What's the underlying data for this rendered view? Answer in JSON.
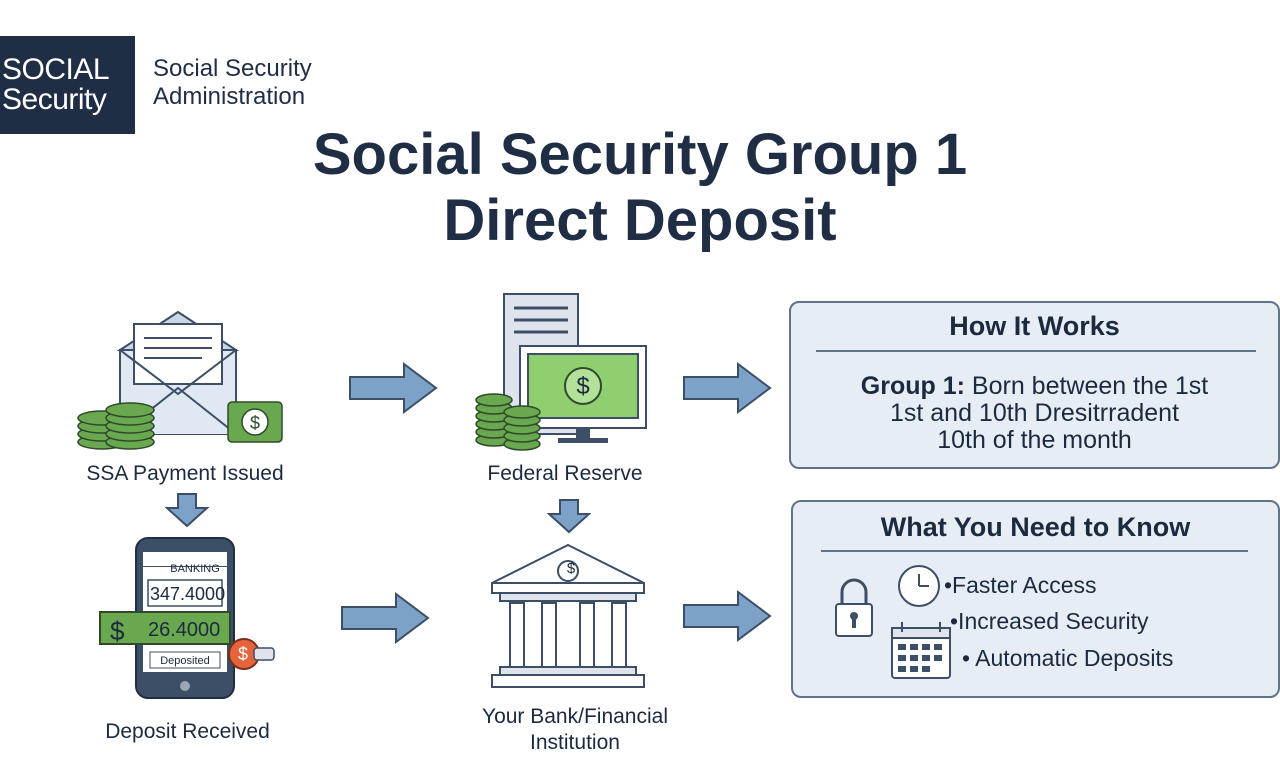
{
  "logo": {
    "line1": "SOCIAL",
    "line2": "Security"
  },
  "agency": {
    "line1": "Social Security",
    "line2": "Administration"
  },
  "title": {
    "line1": "Social Security Group 1",
    "line2": "Direct Deposit"
  },
  "steps": {
    "issued": "SSA Payment Issued",
    "reserve": "Federal Reserve",
    "received": "Deposit Received",
    "bank_line1": "Your Bank/Financial",
    "bank_line2": "Institution"
  },
  "phone": {
    "header": "BANKING",
    "amount1": "347.4000",
    "amount2": "26.4000",
    "footer": "Deposited",
    "dollar": "$"
  },
  "how": {
    "heading": "How It Works",
    "bold": "Group 1:",
    "line1": " Born between the 1st",
    "line2": "1st and 10th Dresitrradent",
    "line3": "10th of the month"
  },
  "need": {
    "heading": "What You Need to Know",
    "items": [
      "•Faster Access",
      "•Increased Security",
      "• Automatic Deposits"
    ]
  },
  "colors": {
    "navy": "#1f2d45",
    "arrow": "#7da2c8",
    "money": "#5a9a45",
    "panel": "#e7edf5"
  }
}
